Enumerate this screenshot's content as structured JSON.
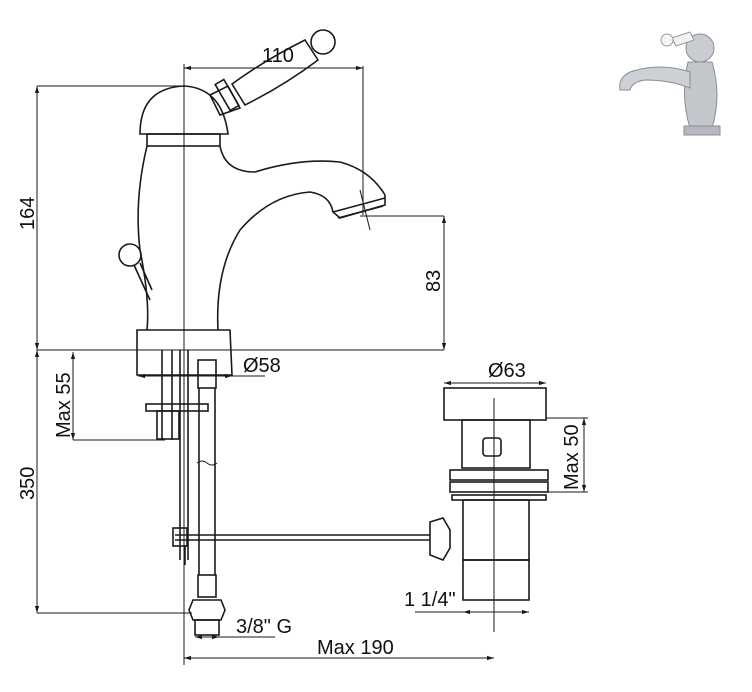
{
  "drawing": {
    "title": "Basin mixer technical drawing",
    "dimensions": {
      "handle_reach": "110",
      "total_height": "164",
      "spout_height": "83",
      "base_diameter": "Ø58",
      "max_deck_thickness": "Max 55",
      "hose_length": "350",
      "waste_diameter": "Ø63",
      "waste_max_thickness": "Max 50",
      "waste_thread": "1 1/4\"",
      "supply_thread": "3/8\" G",
      "max_rod_distance": "Max 190"
    }
  },
  "colors": {
    "line": "#1a1a1a",
    "background": "#ffffff",
    "chrome": "#b8bcc2"
  }
}
